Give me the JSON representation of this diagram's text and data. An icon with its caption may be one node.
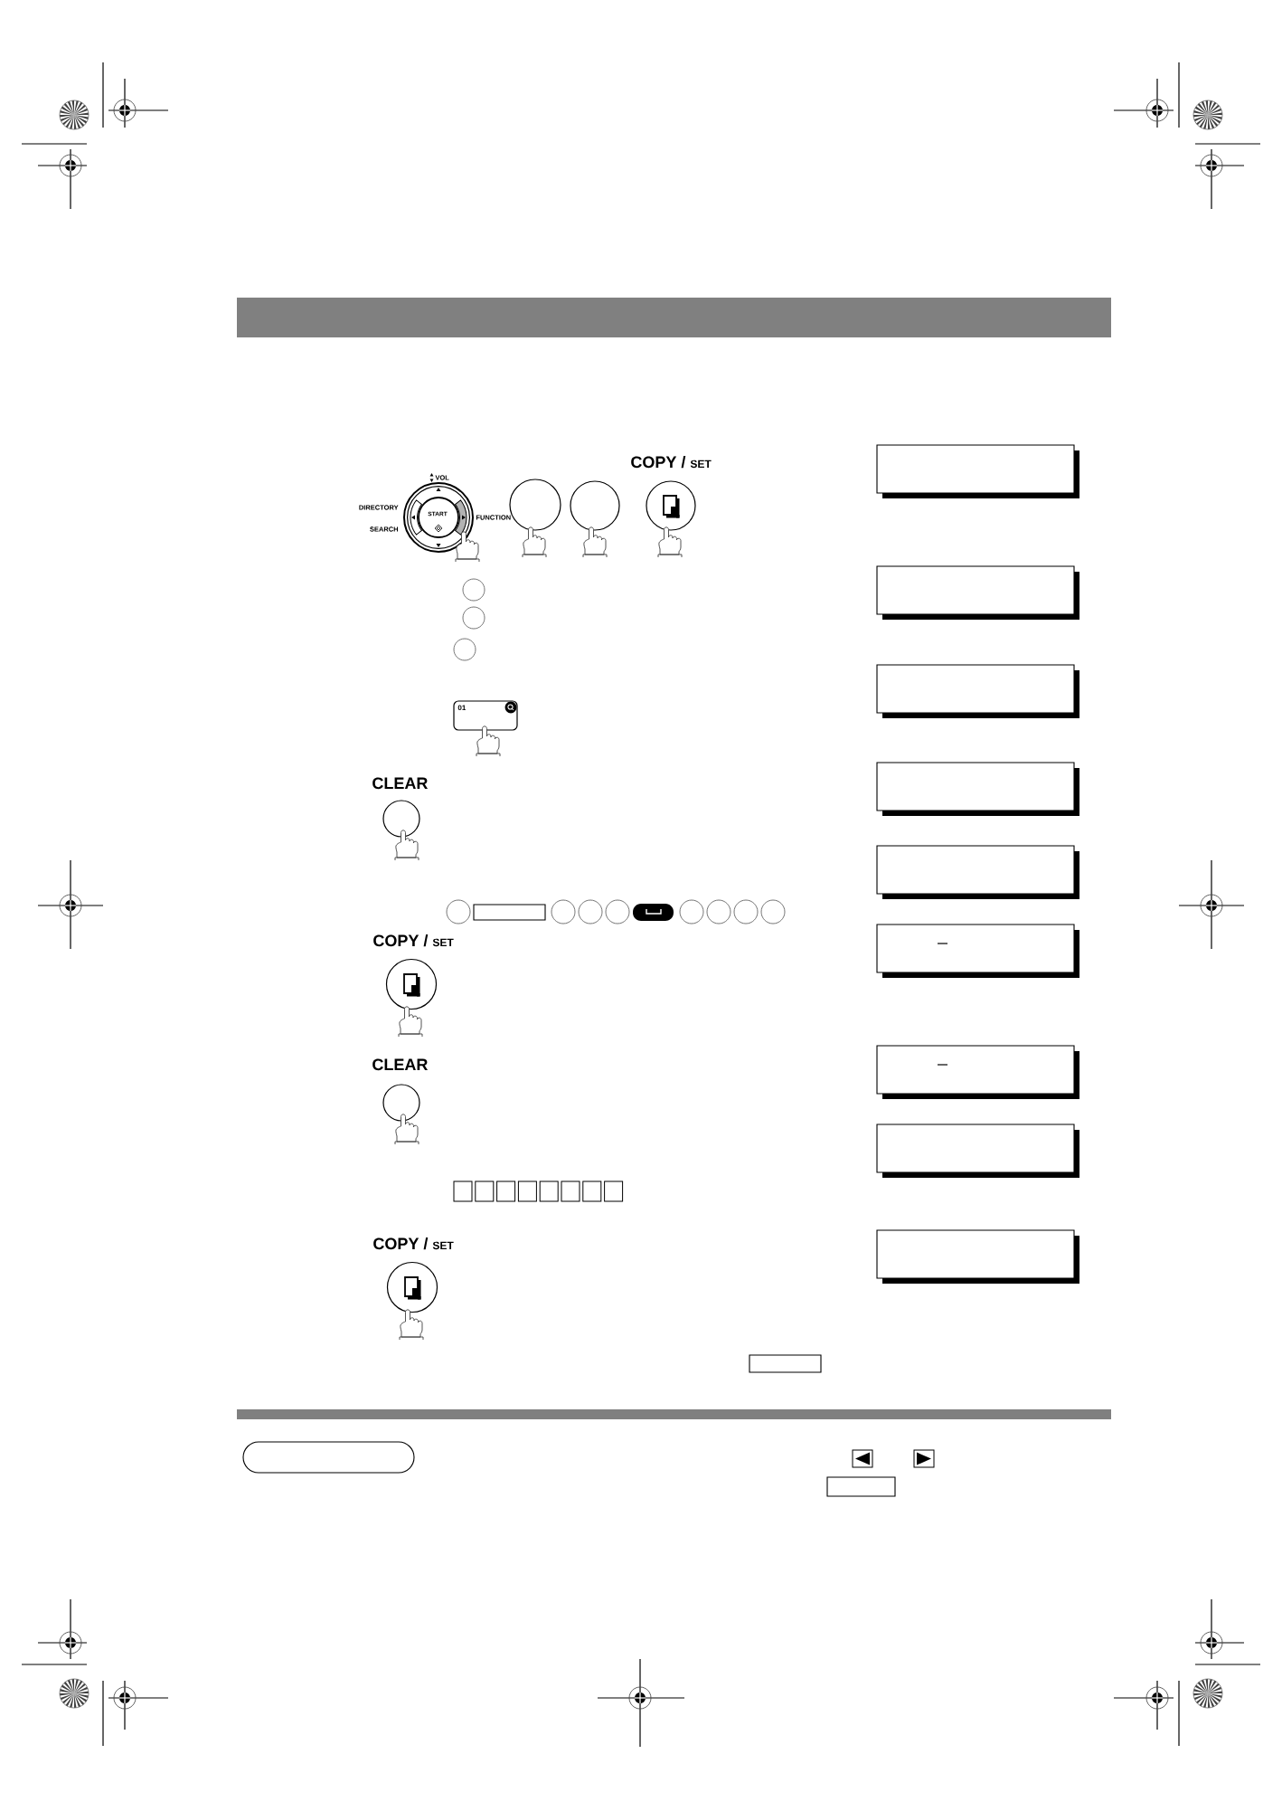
{
  "diagram": {
    "nodes": [
      {
        "text": [
          "START"
        ],
        "beside": [
          "VOL",
          "DIRECTORY SEARCH",
          "FUNCTION"
        ]
      },
      {
        "text": [],
        "shape": "circle"
      },
      {
        "text": [],
        "shape": "circle"
      },
      {
        "text": [
          "COPY /",
          "SET"
        ]
      },
      {
        "text": [],
        "shape": "box"
      },
      {
        "text": [],
        "shape": "box"
      },
      {
        "text": [],
        "shape": "box"
      },
      {
        "text": [
          "01"
        ]
      },
      {
        "text": [
          "CLEAR"
        ]
      },
      {
        "text": [],
        "shape": "box"
      },
      {
        "text": [],
        "shape": "box"
      },
      {
        "text": [],
        "shape": "box"
      },
      {
        "text": [
          "COPY /",
          "SET"
        ]
      },
      {
        "text": [],
        "shape": "box"
      },
      {
        "text": [
          "CLEAR"
        ]
      },
      {
        "text": [],
        "shape": "box"
      },
      {
        "text": [],
        "shape": "box"
      },
      {
        "text": [
          "COPY /",
          "SET"
        ]
      },
      {
        "text": [],
        "shape": "box"
      },
      {
        "text": [],
        "shape": "box"
      },
      {
        "text": [],
        "shape": "box"
      },
      {
        "text": [],
        "shape": "box"
      }
    ]
  }
}
